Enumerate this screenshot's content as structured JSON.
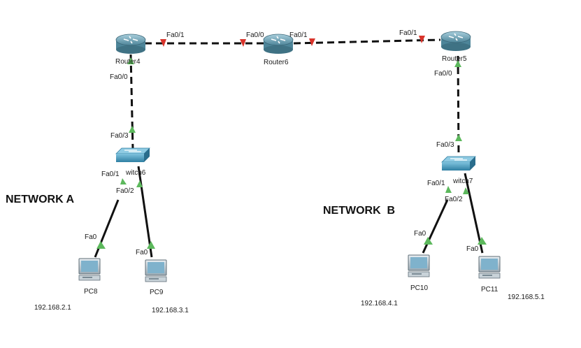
{
  "colors": {
    "link": "#111111",
    "port_up": "#5cb85c",
    "port_down": "#d9342b",
    "router_body": "#6e9fb3",
    "switch_body": "#4f9fc0",
    "pc_screen": "#7fb2cc"
  },
  "networks": {
    "a": "NETWORK A",
    "b": "NETWORK  B"
  },
  "devices": {
    "router4": "Router4",
    "router5": "Router5",
    "router6": "Router6",
    "switch6": "witch6",
    "switch7": "witch7",
    "pc8": "PC8",
    "pc9": "PC9",
    "pc10": "PC10",
    "pc11": "PC11"
  },
  "ports": {
    "r4_fa01": "Fa0/1",
    "r6_fa00": "Fa0/0",
    "r6_fa01": "Fa0/1",
    "r5_fa01": "Fa0/1",
    "r4_fa00": "Fa0/0",
    "r5_fa00": "Fa0/0",
    "s6_fa03": "Fa0/3",
    "s7_fa03": "Fa0/3",
    "s6_fa01": "Fa0/1",
    "s6_fa02": "Fa0/2",
    "s7_fa01": "Fa0/1",
    "s7_fa02": "Fa0/2",
    "pc8_fa0": "Fa0",
    "pc9_fa0": "Fa0",
    "pc10_fa0": "Fa0",
    "pc11_fa0": "Fa0"
  },
  "ips": {
    "pc8": "192.168.2.1",
    "pc9": "192.168.3.1",
    "pc10": "192.168.4.1",
    "pc11": "192.168.5.1"
  }
}
